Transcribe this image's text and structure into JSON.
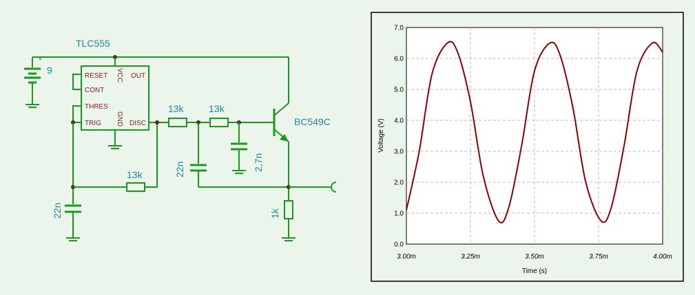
{
  "schematic": {
    "ic_label": "TLC555",
    "battery_label": "9",
    "battery_plus": "+",
    "pins": {
      "reset": "RESET",
      "vcc": "VCC",
      "out": "OUT",
      "cont": "CONT",
      "thres": "THRES",
      "trig": "TRIG",
      "gnd": "GND",
      "disc": "DISC"
    },
    "components": {
      "r1": "13k",
      "r2": "13k",
      "r3": "13k",
      "c1": "22n",
      "c2": "22n",
      "c3": "2,7n",
      "rload": "1k",
      "transistor": "BC549C"
    }
  },
  "chart_data": {
    "type": "line",
    "xlabel": "Time (s)",
    "ylabel": "Voltage (V)",
    "xlim": [
      0.003,
      0.004
    ],
    "ylim": [
      0.0,
      7.0
    ],
    "x_ticks": [
      "3.00m",
      "3.25m",
      "3.50m",
      "3.75m",
      "4.00m"
    ],
    "y_ticks": [
      "0.0",
      "1.0",
      "2.0",
      "3.0",
      "4.0",
      "5.0",
      "6.0",
      "7.0"
    ],
    "grid": true,
    "series": [
      {
        "color": "#8b0000",
        "x": [
          0.003,
          0.00305,
          0.0031,
          0.00316,
          0.0032,
          0.00325,
          0.0033,
          0.00336,
          0.0034,
          0.00345,
          0.0035,
          0.00356,
          0.0036,
          0.00365,
          0.0037,
          0.00376,
          0.0038,
          0.00385,
          0.0039,
          0.00396,
          0.004
        ],
        "y": [
          1.1,
          3.0,
          5.5,
          6.5,
          6.2,
          4.6,
          2.2,
          0.75,
          1.2,
          3.2,
          5.6,
          6.5,
          6.1,
          4.4,
          2.0,
          0.75,
          1.2,
          3.2,
          5.6,
          6.5,
          6.2
        ]
      }
    ]
  }
}
